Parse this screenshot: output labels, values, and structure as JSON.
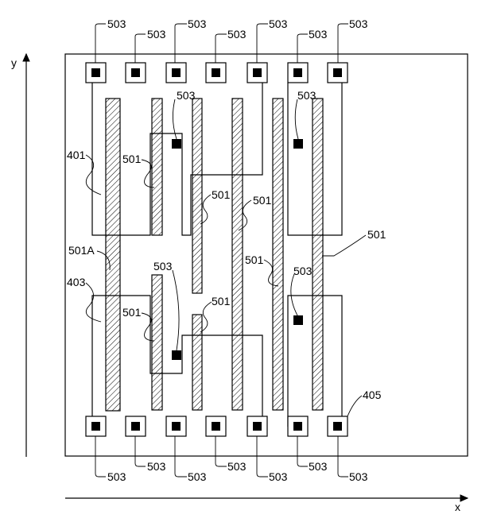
{
  "axes": {
    "x_label": "x",
    "y_label": "y"
  },
  "labels": {
    "contact": "503",
    "gate": "501",
    "gate_a": "501A",
    "region_upper": "401",
    "region_lower": "403",
    "region_right": "405"
  },
  "colors": {
    "ink": "#000000",
    "paper": "#ffffff"
  }
}
